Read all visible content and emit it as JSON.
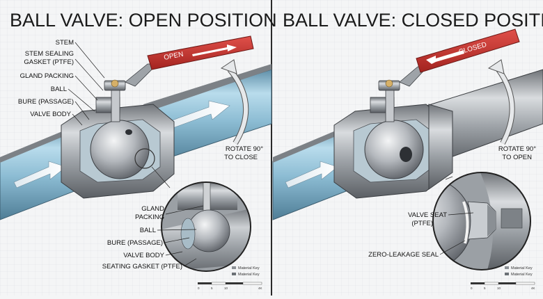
{
  "colors": {
    "handle_red": "#c8312e",
    "fluid_blue": "#9fc8dc",
    "steel": "#a9adb2",
    "divider": "#2a2a2a"
  },
  "left": {
    "title": "BALL VALVE: OPEN POSITION",
    "handle_text": "OPEN",
    "labels": {
      "stem": "STEM",
      "stem_gasket_1": "STEM SEALING",
      "stem_gasket_2": "GASKET (PTFE)",
      "gland_packing": "GLAND PACKING",
      "ball": "BALL",
      "bure": "BURE (PASSAGE)",
      "valve_body": "VALVE BODY"
    },
    "rotate_1": "ROTATE 90°",
    "rotate_2": "TO CLOSE",
    "inset": {
      "gland_1": "GLAND",
      "gland_2": "PACKING",
      "ball": "BALL",
      "bure": "BURE (PASSAGE)",
      "valve_body": "VALVE BODY",
      "seating_gasket": "SEATING GASKET (PTFE)"
    },
    "key": [
      "Material Key",
      "Material Key"
    ],
    "scale": [
      "0",
      "5",
      "10",
      "4K"
    ]
  },
  "right": {
    "title": "BALL VALVE: CLOSED POSITION",
    "handle_text": "CLOSED",
    "rotate_1": "ROTATE 90°",
    "rotate_2": "TO OPEN",
    "inset": {
      "seat_1": "VALVE SEAT",
      "seat_2": "(PTFE)",
      "zero_leak": "ZERO-LEAKAGE SEAL"
    },
    "key": [
      "Material Key",
      "Material Key"
    ],
    "scale": [
      "0",
      "5",
      "10",
      "4K"
    ]
  }
}
